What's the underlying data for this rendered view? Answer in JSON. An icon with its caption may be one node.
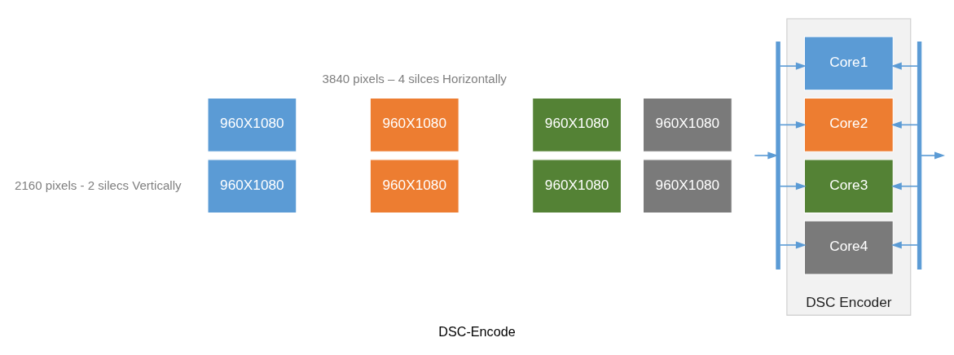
{
  "diagram": {
    "caption": "DSC-Encode",
    "nodes": [
      {
        "text": [
          "960X1080"
        ]
      },
      {
        "text": [
          "960X1080"
        ]
      },
      {
        "text": [
          "960X1080"
        ]
      },
      {
        "text": [
          "960X1080"
        ]
      },
      {
        "text": [
          "960X1080"
        ]
      },
      {
        "text": [
          "960X1080"
        ]
      },
      {
        "text": [
          "960X1080"
        ]
      },
      {
        "text": [
          "960X1080"
        ]
      },
      {
        "text": [
          "DSC Encoder"
        ]
      },
      {
        "text": [
          "Core1"
        ],
        "in": 8
      },
      {
        "text": [
          "Core2"
        ],
        "in": 8
      },
      {
        "text": [
          "Core3"
        ],
        "in": 8
      },
      {
        "text": [
          "Core4"
        ],
        "in": 8
      },
      {
        "text": [],
        "shape": "bar"
      },
      {
        "text": [],
        "shape": "bar"
      }
    ],
    "edges": [
      {
        "from": null,
        "to": 13,
        "arrow": "to"
      },
      {
        "from": 13,
        "to": 9,
        "arrow": "to"
      },
      {
        "from": 13,
        "to": 10,
        "arrow": "to"
      },
      {
        "from": 13,
        "to": 11,
        "arrow": "to"
      },
      {
        "from": 13,
        "to": 12,
        "arrow": "to"
      },
      {
        "from": 14,
        "to": 9,
        "arrow": "to"
      },
      {
        "from": 14,
        "to": 10,
        "arrow": "to"
      },
      {
        "from": 14,
        "to": 11,
        "arrow": "to"
      },
      {
        "from": 14,
        "to": 12,
        "arrow": "to"
      },
      {
        "from": 14,
        "to": null,
        "arrow": "to"
      }
    ],
    "labels": [
      "3840 pixels – 4 silces Horizontally",
      "2160 pixels - 2 silecs Vertically"
    ]
  }
}
